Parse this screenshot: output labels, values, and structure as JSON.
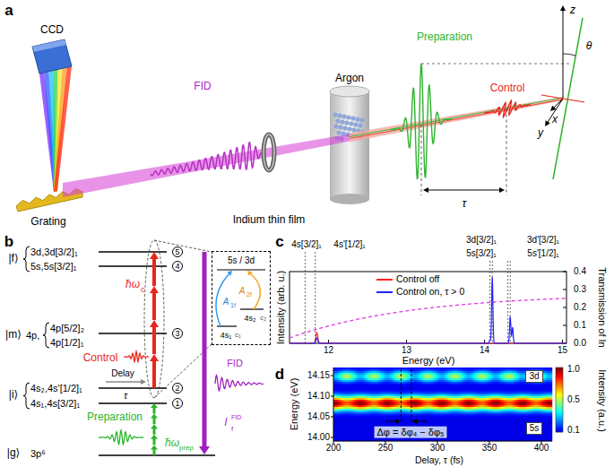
{
  "diagram": {
    "nodes": [
      {
        "text": [
          "5"
        ]
      },
      {
        "text": [
          "4"
        ]
      },
      {
        "text": [
          "3"
        ]
      },
      {
        "text": [
          "2"
        ]
      },
      {
        "text": [
          "1"
        ]
      },
      {
        "text": [
          "5s / 3d",
          "A",
          "1f",
          "A",
          "2f",
          "4s₁",
          "4s₂",
          "c₁",
          "c₂"
        ]
      },
      {
        "text": [
          "3d"
        ]
      },
      {
        "text": [
          "5s"
        ]
      }
    ],
    "labels": [
      "a",
      "CCD",
      "Preparation",
      "Control",
      "FID",
      "Argon",
      "Indium thin film",
      "Grating",
      "τ",
      "z",
      "x",
      "y",
      "θ",
      "b",
      "|f⟩",
      "3d,3d[3/2]₁",
      "5s,5s[3/2]₁",
      "|m⟩",
      "4p,",
      "4p[5/2]₂",
      "4p[1/2]₁",
      "|i⟩",
      "4s₂,4s'[1/2]₁",
      "4s₁,4s[3/2]₁",
      "|g⟩",
      "3p⁶",
      "ħω",
      "c",
      "Control",
      "Delay",
      "τ",
      "Preparation",
      "ħω",
      "prep",
      "FID",
      "I",
      "FID",
      "f",
      "c",
      "4s[3/2]₁",
      "4s'[1/2]₁",
      "3d[3/2]₁",
      "5s[3/2]₁",
      "3d'[3/2]₁",
      "5s'[1/2]₁",
      "Intensity (arb. u.)",
      "Transmission of In",
      "Energy (eV)",
      "12",
      "13",
      "14",
      "15",
      "0.0",
      "0.1",
      "0.2",
      "0.3",
      "0.4",
      "d",
      "Energy (eV)",
      "14.15",
      "14.10",
      "14.05",
      "14.00",
      "200",
      "250",
      "300",
      "350",
      "400",
      "Delay, τ (fs)",
      "Δφ = δφ₄ − δφ₅",
      "1.0",
      "0.5",
      "0.1",
      "Intensity (a.u.)"
    ],
    "legend": [
      {
        "text": "Control off"
      },
      {
        "text": "Control on, τ > 0"
      }
    ]
  }
}
